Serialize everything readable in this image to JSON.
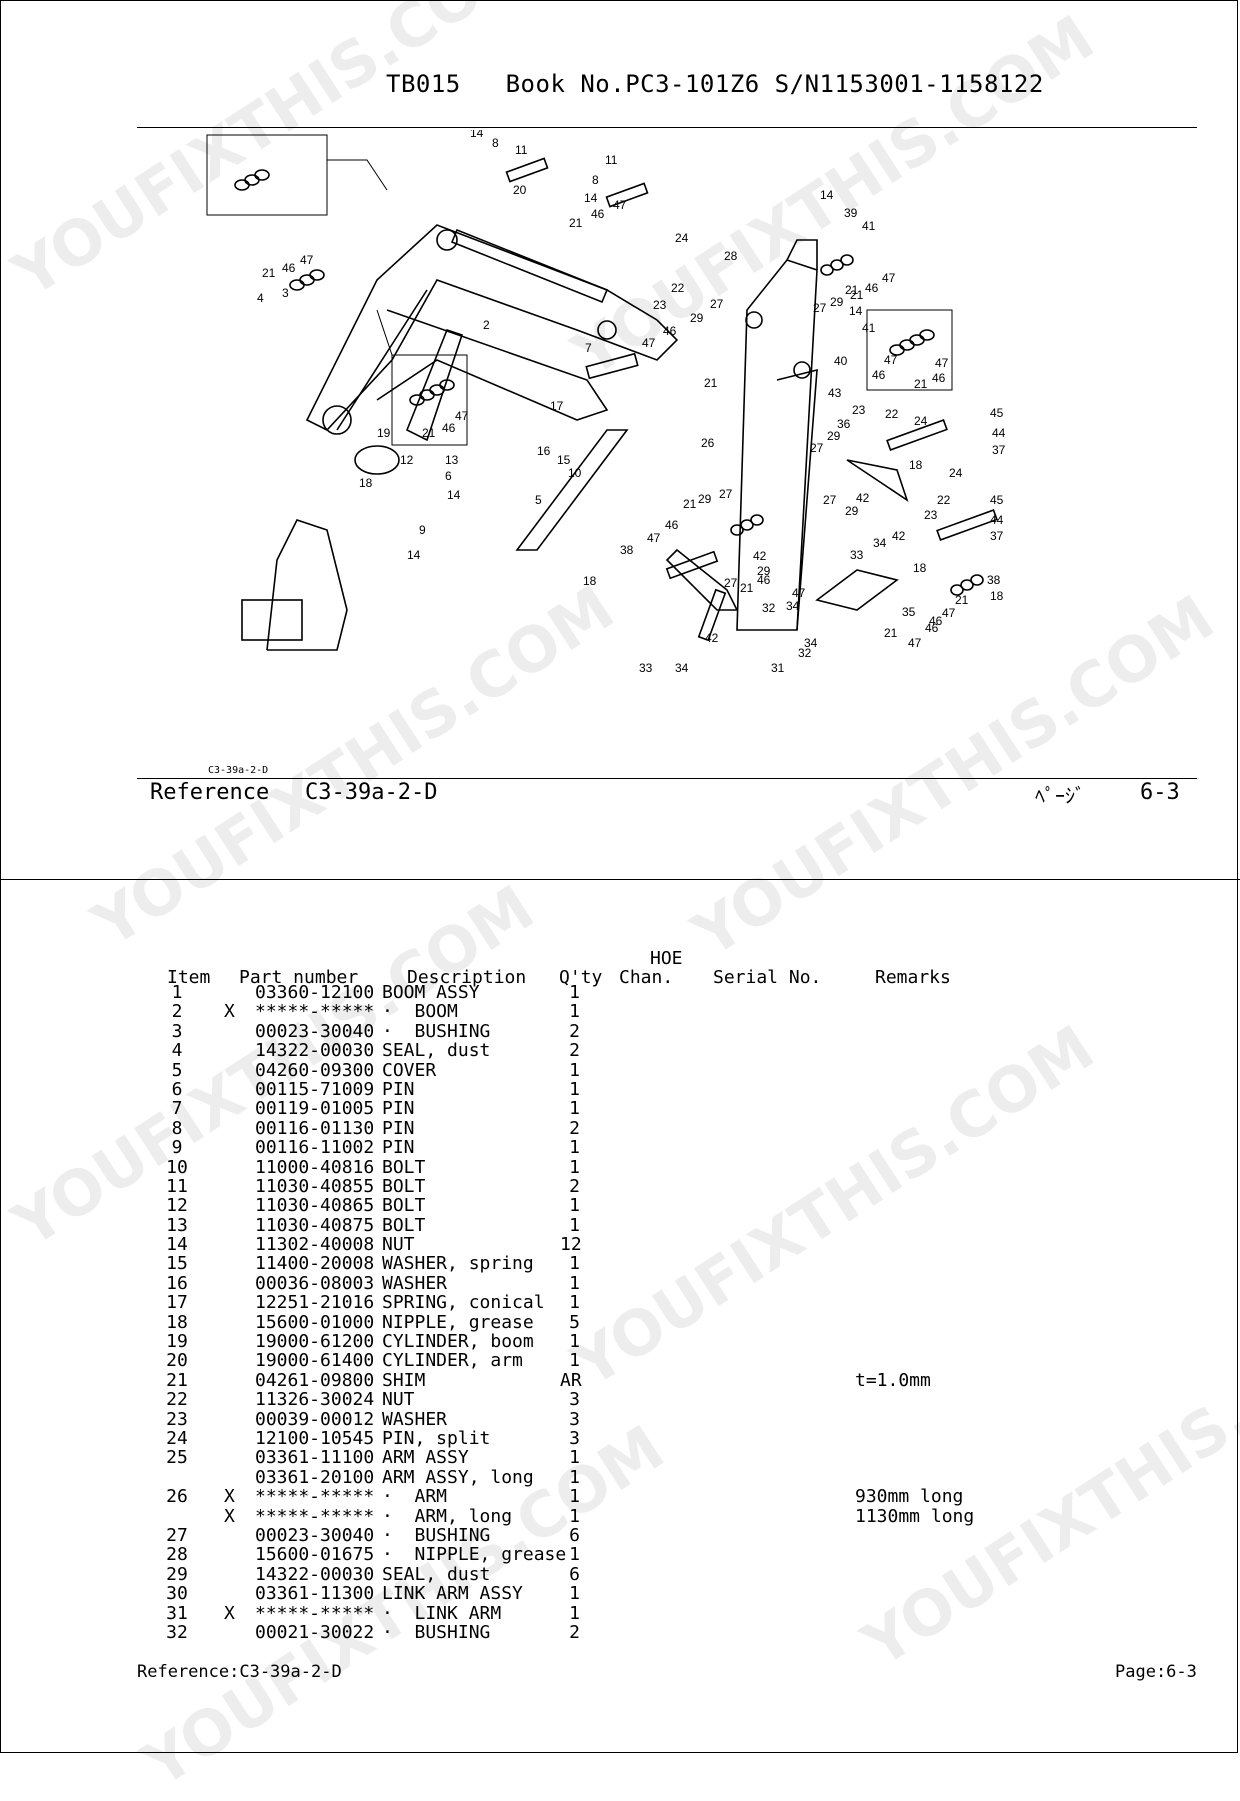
{
  "header": {
    "title": "TB015   Book No.PC3-101Z6 S/N1153001-1158122"
  },
  "diagram": {
    "small_ref": "C3-39a-2-D",
    "callouts": [
      "14",
      "8",
      "11",
      "11",
      "8",
      "14",
      "47",
      "46",
      "21",
      "20",
      "14",
      "39",
      "41",
      "24",
      "28",
      "22",
      "23",
      "47",
      "46",
      "21",
      "27",
      "29",
      "21",
      "14",
      "41",
      "47",
      "46",
      "3",
      "4",
      "21",
      "46",
      "47",
      "2",
      "7",
      "47",
      "46",
      "29",
      "27",
      "21",
      "40",
      "47",
      "46",
      "21",
      "43",
      "45",
      "44",
      "37",
      "23",
      "22",
      "24",
      "36",
      "29",
      "26",
      "27",
      "17",
      "16",
      "15",
      "10",
      "19",
      "47",
      "46",
      "21",
      "12",
      "13",
      "6",
      "14",
      "18",
      "9",
      "14",
      "5",
      "42",
      "29",
      "27",
      "24",
      "18",
      "22",
      "45",
      "44",
      "37",
      "23",
      "21",
      "29",
      "27",
      "46",
      "47",
      "34",
      "42",
      "33",
      "18",
      "38",
      "18",
      "42",
      "29",
      "27",
      "21",
      "46",
      "47",
      "34",
      "32",
      "21",
      "47",
      "46",
      "35",
      "38",
      "18",
      "42",
      "34",
      "33",
      "31",
      "34",
      "32",
      "21",
      "46",
      "47"
    ]
  },
  "reference_bar": {
    "label": "Reference",
    "code": "C3-39a-2-D",
    "page_jp": "ﾍﾟｰｼﾞ",
    "page": "6-3"
  },
  "watermark": "YOUFIXTHIS.COM",
  "table": {
    "group_header": "HOE",
    "columns": {
      "item": "Item",
      "part": "Part number",
      "desc": "Description",
      "qty": "Q'ty",
      "chan": "Chan.",
      "serial": "Serial No.",
      "remarks": "Remarks"
    },
    "rows": [
      {
        "item": "1",
        "x": "",
        "part": "03360-12100",
        "desc": "BOOM ASSY",
        "qty": "1",
        "rem": ""
      },
      {
        "item": "2",
        "x": "X",
        "part": "*****-*****",
        "desc": "·  BOOM",
        "qty": "1",
        "rem": ""
      },
      {
        "item": "3",
        "x": "",
        "part": "00023-30040",
        "desc": "·  BUSHING",
        "qty": "2",
        "rem": ""
      },
      {
        "item": "4",
        "x": "",
        "part": "14322-00030",
        "desc": "SEAL, dust",
        "qty": "2",
        "rem": ""
      },
      {
        "item": "5",
        "x": "",
        "part": "04260-09300",
        "desc": "COVER",
        "qty": "1",
        "rem": ""
      },
      {
        "item": "6",
        "x": "",
        "part": "00115-71009",
        "desc": "PIN",
        "qty": "1",
        "rem": ""
      },
      {
        "item": "7",
        "x": "",
        "part": "00119-01005",
        "desc": "PIN",
        "qty": "1",
        "rem": ""
      },
      {
        "item": "8",
        "x": "",
        "part": "00116-01130",
        "desc": "PIN",
        "qty": "2",
        "rem": ""
      },
      {
        "item": "9",
        "x": "",
        "part": "00116-11002",
        "desc": "PIN",
        "qty": "1",
        "rem": ""
      },
      {
        "item": "10",
        "x": "",
        "part": "11000-40816",
        "desc": "BOLT",
        "qty": "1",
        "rem": ""
      },
      {
        "item": "11",
        "x": "",
        "part": "11030-40855",
        "desc": "BOLT",
        "qty": "2",
        "rem": ""
      },
      {
        "item": "12",
        "x": "",
        "part": "11030-40865",
        "desc": "BOLT",
        "qty": "1",
        "rem": ""
      },
      {
        "item": "13",
        "x": "",
        "part": "11030-40875",
        "desc": "BOLT",
        "qty": "1",
        "rem": ""
      },
      {
        "item": "14",
        "x": "",
        "part": "11302-40008",
        "desc": "NUT",
        "qty": "12",
        "rem": ""
      },
      {
        "item": "15",
        "x": "",
        "part": "11400-20008",
        "desc": "WASHER, spring",
        "qty": "1",
        "rem": ""
      },
      {
        "item": "16",
        "x": "",
        "part": "00036-08003",
        "desc": "WASHER",
        "qty": "1",
        "rem": ""
      },
      {
        "item": "17",
        "x": "",
        "part": "12251-21016",
        "desc": "SPRING, conical",
        "qty": "1",
        "rem": ""
      },
      {
        "item": "18",
        "x": "",
        "part": "15600-01000",
        "desc": "NIPPLE, grease",
        "qty": "5",
        "rem": ""
      },
      {
        "item": "19",
        "x": "",
        "part": "19000-61200",
        "desc": "CYLINDER, boom",
        "qty": "1",
        "rem": ""
      },
      {
        "item": "20",
        "x": "",
        "part": "19000-61400",
        "desc": "CYLINDER, arm",
        "qty": "1",
        "rem": ""
      },
      {
        "item": "21",
        "x": "",
        "part": "04261-09800",
        "desc": "SHIM",
        "qty": "AR",
        "rem": "t=1.0mm"
      },
      {
        "item": "22",
        "x": "",
        "part": "11326-30024",
        "desc": "NUT",
        "qty": "3",
        "rem": ""
      },
      {
        "item": "23",
        "x": "",
        "part": "00039-00012",
        "desc": "WASHER",
        "qty": "3",
        "rem": ""
      },
      {
        "item": "24",
        "x": "",
        "part": "12100-10545",
        "desc": "PIN, split",
        "qty": "3",
        "rem": ""
      },
      {
        "item": "25",
        "x": "",
        "part": "03361-11100",
        "desc": "ARM ASSY",
        "qty": "1",
        "rem": ""
      },
      {
        "item": "",
        "x": "",
        "part": "03361-20100",
        "desc": "ARM ASSY, long",
        "qty": "1",
        "rem": ""
      },
      {
        "item": "26",
        "x": "X",
        "part": "*****-*****",
        "desc": "·  ARM",
        "qty": "1",
        "rem": "930mm long"
      },
      {
        "item": "",
        "x": "X",
        "part": "*****-*****",
        "desc": "·  ARM, long",
        "qty": "1",
        "rem": "1130mm long"
      },
      {
        "item": "27",
        "x": "",
        "part": "00023-30040",
        "desc": "·  BUSHING",
        "qty": "6",
        "rem": ""
      },
      {
        "item": "28",
        "x": "",
        "part": "15600-01675",
        "desc": "·  NIPPLE, grease",
        "qty": "1",
        "rem": ""
      },
      {
        "item": "29",
        "x": "",
        "part": "14322-00030",
        "desc": "SEAL, dust",
        "qty": "6",
        "rem": ""
      },
      {
        "item": "30",
        "x": "",
        "part": "03361-11300",
        "desc": "LINK ARM ASSY",
        "qty": "1",
        "rem": ""
      },
      {
        "item": "31",
        "x": "X",
        "part": "*****-*****",
        "desc": "·  LINK ARM",
        "qty": "1",
        "rem": ""
      },
      {
        "item": "32",
        "x": "",
        "part": "00021-30022",
        "desc": "·  BUSHING",
        "qty": "2",
        "rem": ""
      }
    ]
  },
  "footer": {
    "reference": "Reference:C3-39a-2-D",
    "page": "Page:6-3"
  }
}
